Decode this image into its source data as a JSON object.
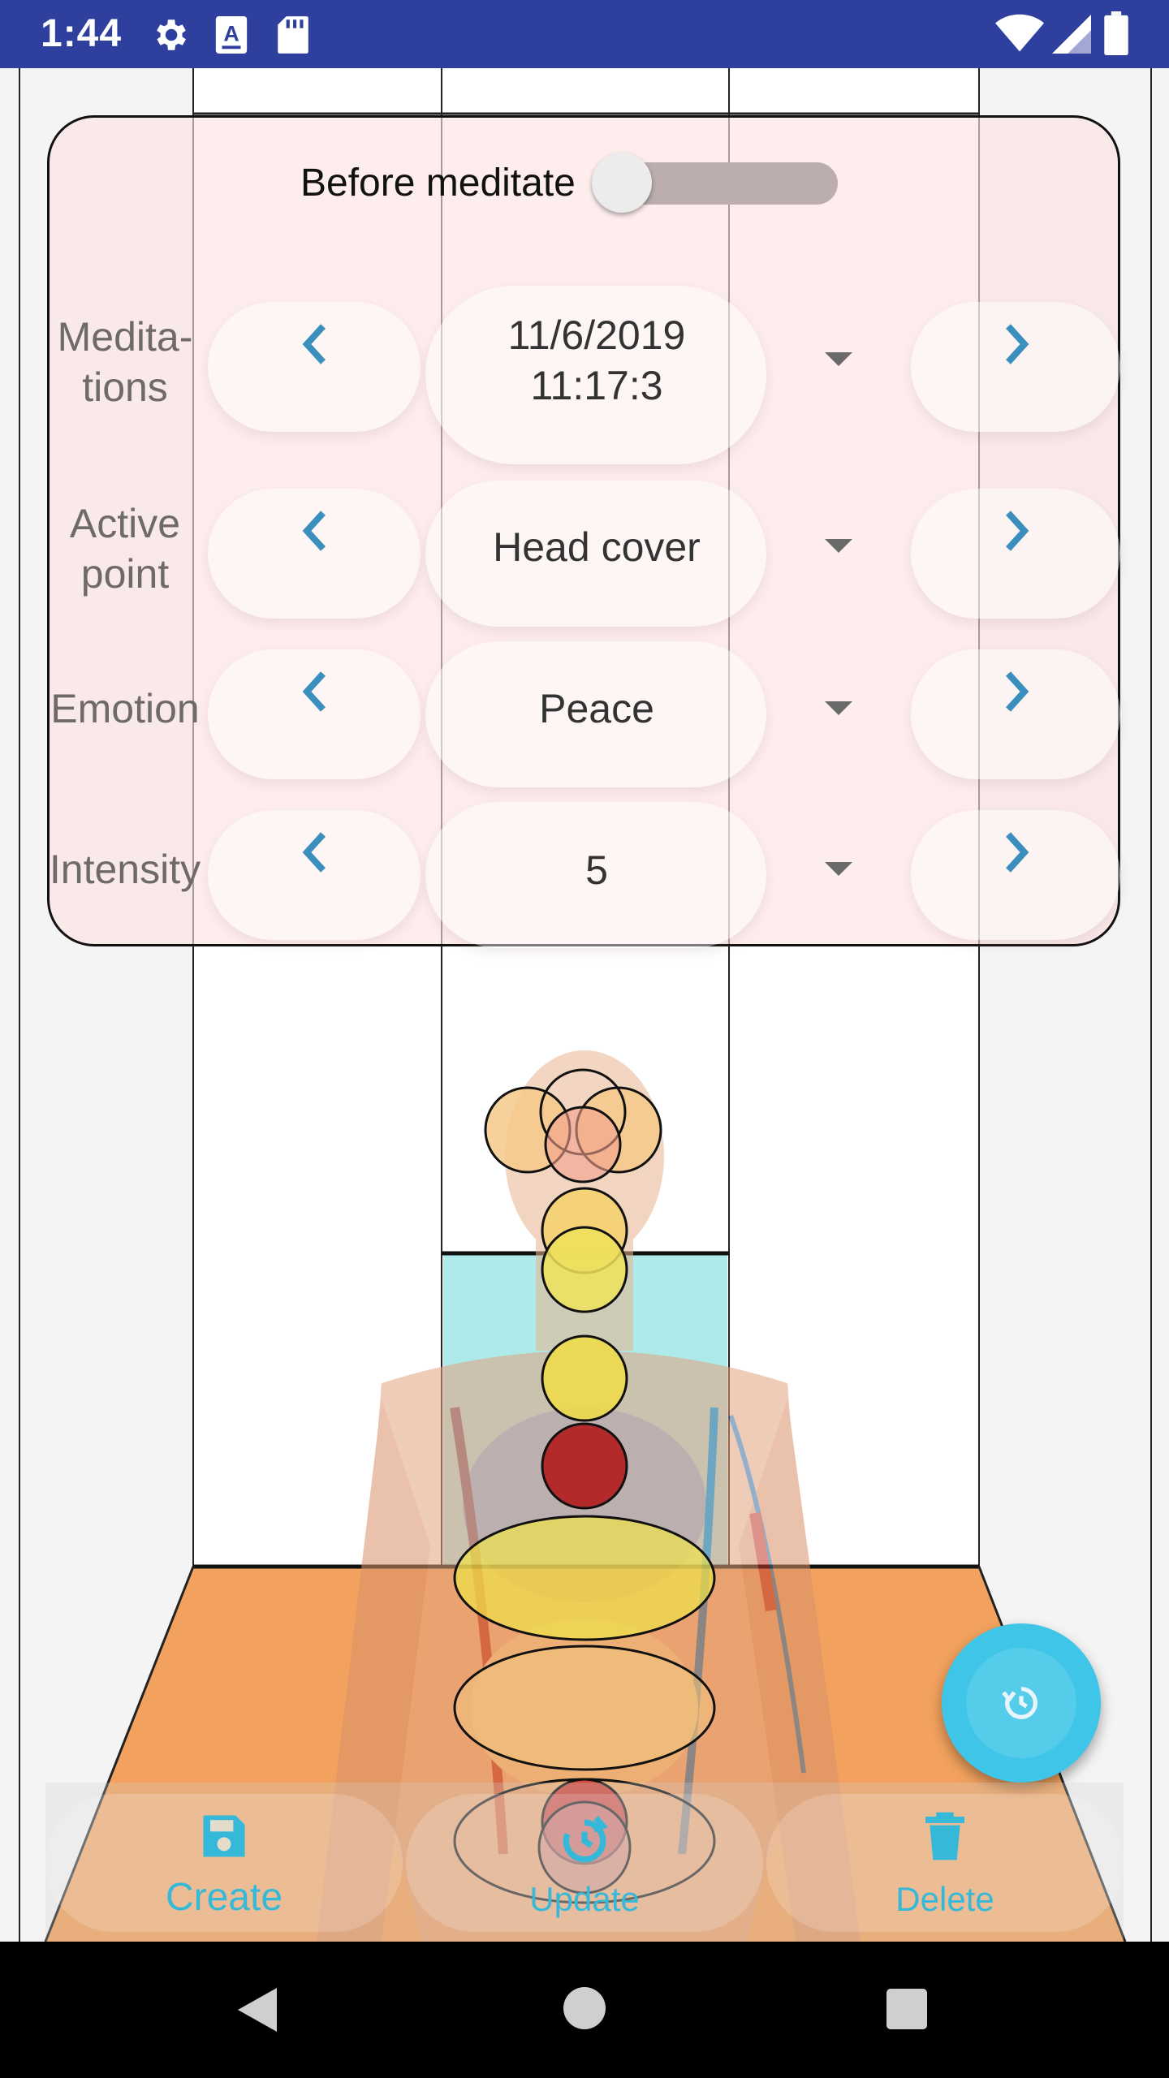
{
  "status_bar": {
    "time": "1:44",
    "icons": [
      "gear-icon",
      "a-icon",
      "sd-card-icon",
      "wifi-icon",
      "signal-icon",
      "battery-icon"
    ]
  },
  "panel": {
    "toggle": {
      "label": "Before meditate",
      "on": false
    },
    "rows": [
      {
        "label": "Medita-\ntions",
        "value": "11/6/2019\n11:17:3"
      },
      {
        "label": "Active\npoint",
        "value": "Head cover"
      },
      {
        "label": "Emotion",
        "value": "Peace"
      },
      {
        "label": "Intensity",
        "value": "5"
      }
    ]
  },
  "bottom_nav": {
    "create": "Create",
    "update": "Update",
    "delete": "Delete"
  },
  "fab": {
    "icon": "history-icon"
  },
  "colors": {
    "status_bar": "#2e3f9e",
    "accent": "#3ec5e8",
    "chevron": "#3a8fbf",
    "floor": "#f2a25e",
    "cyan_block": "#aeeaea"
  }
}
